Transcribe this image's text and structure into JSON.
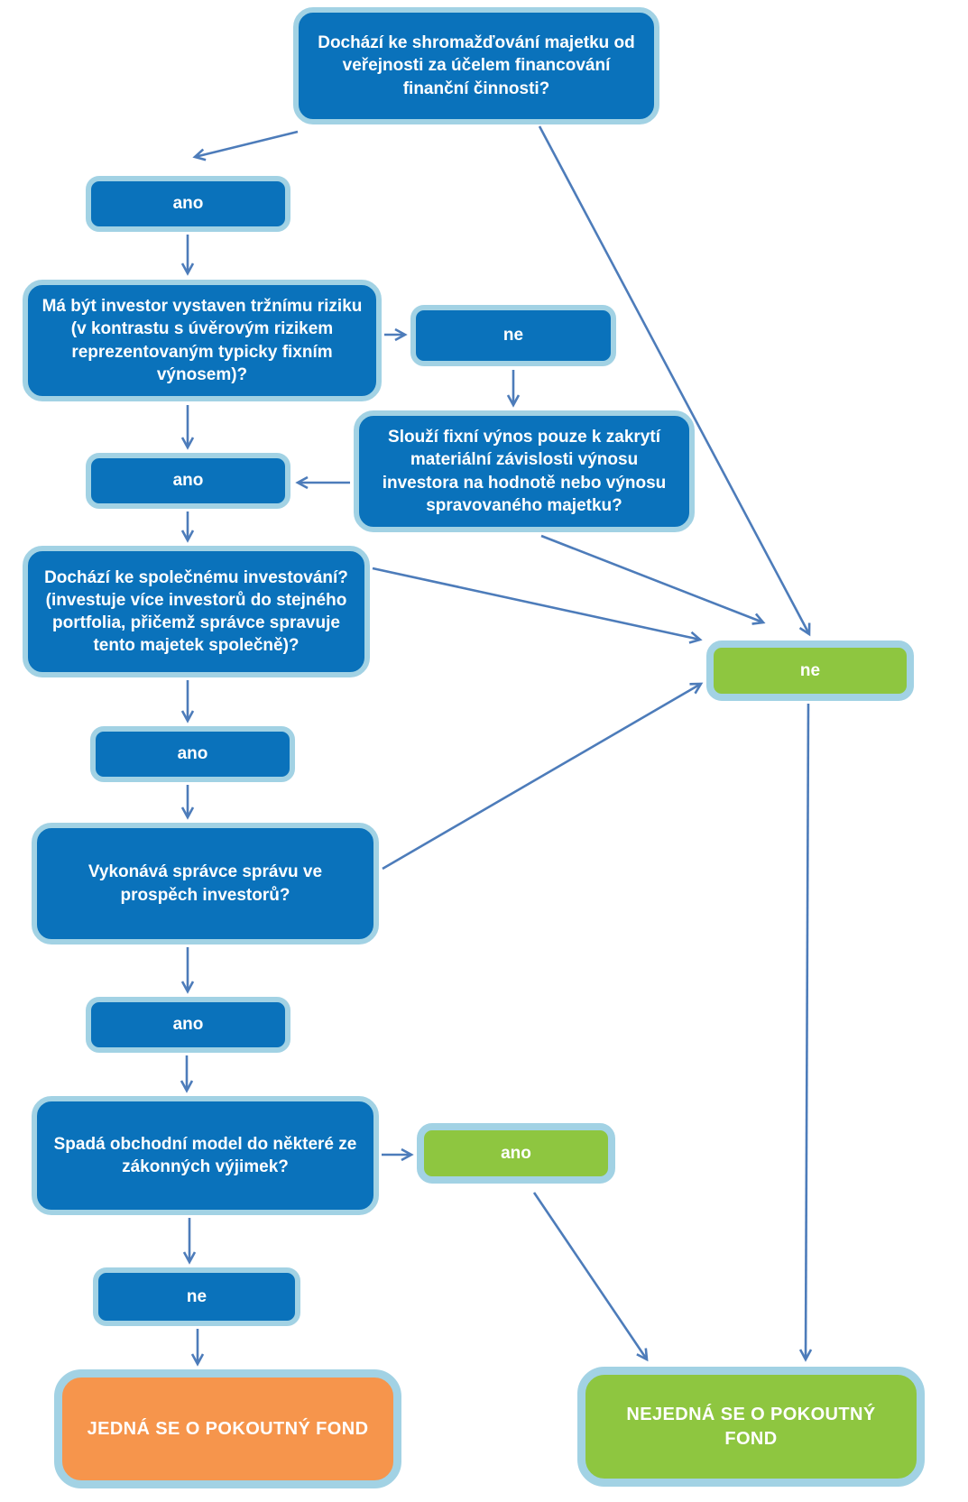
{
  "diagram_title": "Flowchart: posouzeni pokoutneho fondu",
  "nodes": {
    "q1": "Dochází ke shromažďování majetku od veřejnosti za účelem financování finanční činnosti?",
    "ano1": "ano",
    "q2": "Má být investor vystaven tržnímu riziku (v kontrastu s úvěrovým rizikem reprezentovaným typicky fixním výnosem)?",
    "ne1": "ne",
    "q3_fixed_income": "Slouží fixní výnos pouze k zakrytí materiální závislosti výnosu investora na hodnotě nebo výnosu spravovaného majetku?",
    "ano2": "ano",
    "q4_joint": "Dochází ke společnému investování? (investuje více investorů do stejného portfolia, přičemž správce spravuje tento majetek společně)?",
    "ano3": "ano",
    "q5_benefit": "Vykonává správce správu ve prospěch investorů?",
    "ano4": "ano",
    "q6_exception": "Spadá obchodní model do některé ze zákonných výjimek?",
    "ano_green": "ano",
    "ne_green": "ne",
    "ne2": "ne",
    "result_positive": "JEDNÁ SE O POKOUTNÝ FOND",
    "result_negative": "NEJEDNÁ SE O POKOUTNÝ FOND"
  },
  "edges": [
    {
      "from": "q1",
      "to": "ano1"
    },
    {
      "from": "ano1",
      "to": "q2"
    },
    {
      "from": "q1",
      "to": "ne_green"
    },
    {
      "from": "q2",
      "to": "ne1"
    },
    {
      "from": "ne1",
      "to": "q3_fixed_income"
    },
    {
      "from": "q2",
      "to": "ano2"
    },
    {
      "from": "q3_fixed_income",
      "to": "ano2"
    },
    {
      "from": "q3_fixed_income",
      "to": "ne_green"
    },
    {
      "from": "ano2",
      "to": "q4_joint"
    },
    {
      "from": "q4_joint",
      "to": "ano3"
    },
    {
      "from": "q4_joint",
      "to": "ne_green"
    },
    {
      "from": "ano3",
      "to": "q5_benefit"
    },
    {
      "from": "q5_benefit",
      "to": "ano4"
    },
    {
      "from": "q5_benefit",
      "to": "ne_green"
    },
    {
      "from": "ano4",
      "to": "q6_exception"
    },
    {
      "from": "q6_exception",
      "to": "ano_green"
    },
    {
      "from": "q6_exception",
      "to": "ne2"
    },
    {
      "from": "ne2",
      "to": "result_positive"
    },
    {
      "from": "ano_green",
      "to": "result_negative"
    },
    {
      "from": "ne_green",
      "to": "result_negative"
    }
  ],
  "colors": {
    "box_blue": "#0a72bb",
    "box_green": "#8ec640",
    "box_orange": "#f6954c",
    "border_light_blue": "#a2d2e4",
    "arrow_blue": "#4d7cba",
    "text_white": "#ffffff"
  }
}
